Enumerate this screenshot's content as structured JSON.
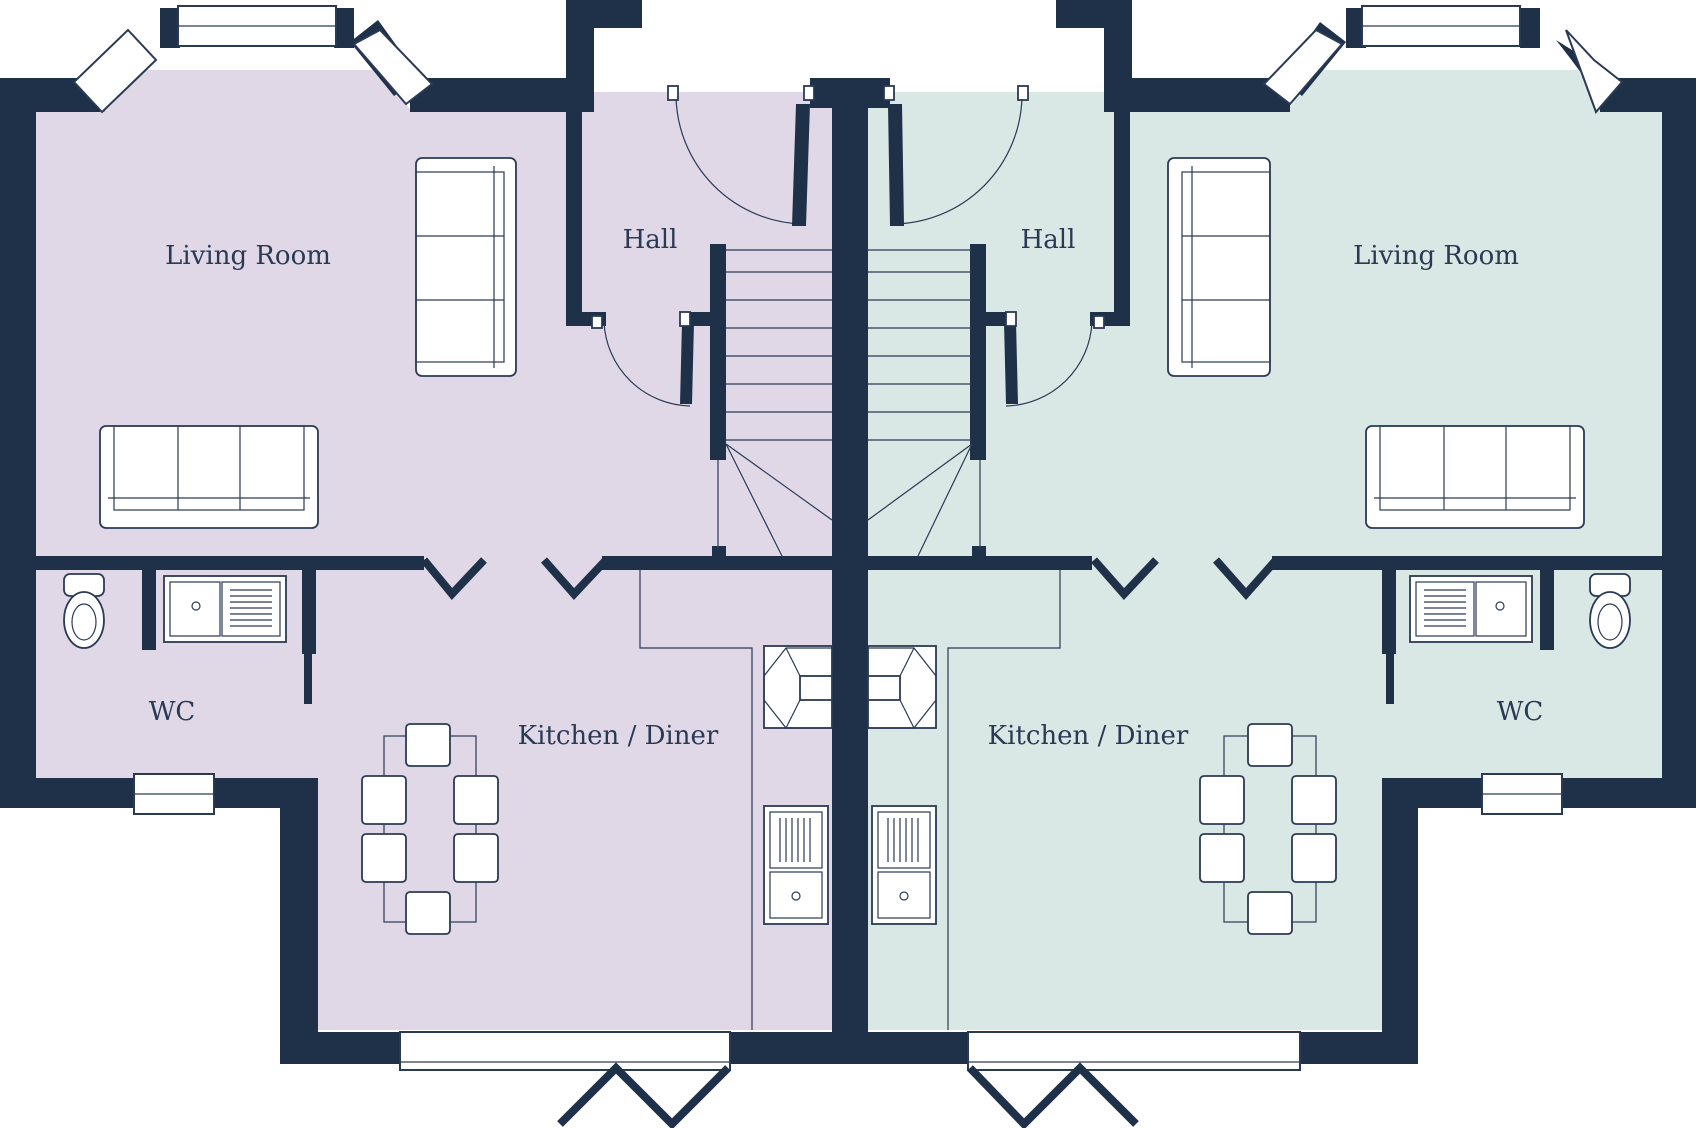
{
  "plan": {
    "left_unit": {
      "color": "#e0d8e6",
      "rooms": {
        "living": "Living Room",
        "hall": "Hall",
        "wc": "WC",
        "kitchen": "Kitchen / Diner"
      }
    },
    "right_unit": {
      "color": "#d9e7e5",
      "rooms": {
        "living": "Living Room",
        "hall": "Hall",
        "wc": "WC",
        "kitchen": "Kitchen / Diner"
      }
    },
    "wall_color": "#1f3149",
    "fixture_color": "#2a3a55",
    "icons": [
      "sofa-icon",
      "toilet-icon",
      "sink-icon",
      "dining-table-icon",
      "hob-icon",
      "staircase-icon",
      "door-swing-icon",
      "window-icon"
    ]
  }
}
